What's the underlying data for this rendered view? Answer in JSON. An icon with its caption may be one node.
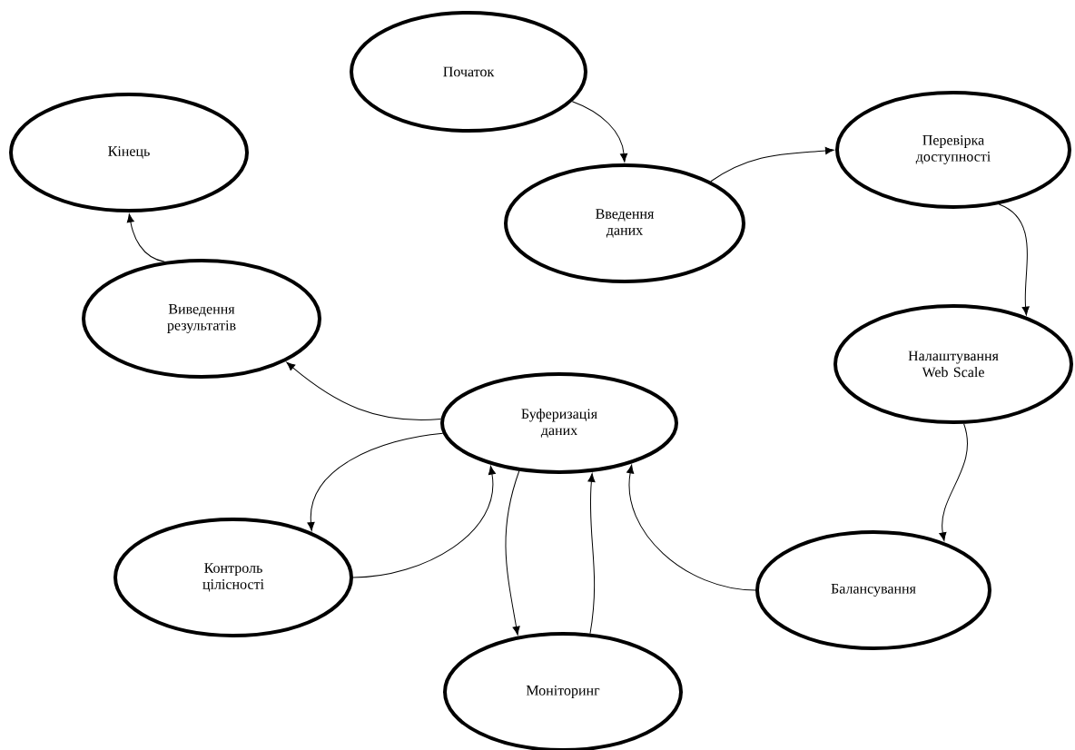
{
  "diagram": {
    "nodes": [
      {
        "text": [
          "Початок"
        ]
      },
      {
        "text": [
          "Кінець"
        ]
      },
      {
        "text": [
          "Введення даних"
        ]
      },
      {
        "text": [
          "Перевірка доступності"
        ]
      },
      {
        "text": [
          "Виведення результатів"
        ]
      },
      {
        "text": [
          "Налаштування Web Scale"
        ]
      },
      {
        "text": [
          "Буферизація даних"
        ]
      },
      {
        "text": [
          "Контроль цілісності"
        ]
      },
      {
        "text": [
          "Балансування"
        ]
      },
      {
        "text": [
          "Моніторинг"
        ]
      }
    ],
    "edges": [
      {
        "from": 0,
        "to": 2,
        "arrow": "to"
      },
      {
        "from": 2,
        "to": 3,
        "arrow": "to"
      },
      {
        "from": 3,
        "to": 5,
        "arrow": "to"
      },
      {
        "from": 5,
        "to": 8,
        "arrow": "to"
      },
      {
        "from": 8,
        "to": 6,
        "arrow": "to"
      },
      {
        "from": 6,
        "to": 4,
        "arrow": "to"
      },
      {
        "from": 4,
        "to": 1,
        "arrow": "to"
      },
      {
        "from": 6,
        "to": 7,
        "arrow": "to"
      },
      {
        "from": 7,
        "to": 6,
        "arrow": "to"
      },
      {
        "from": 6,
        "to": 9,
        "arrow": "to"
      },
      {
        "from": 9,
        "to": 6,
        "arrow": "to"
      }
    ]
  }
}
